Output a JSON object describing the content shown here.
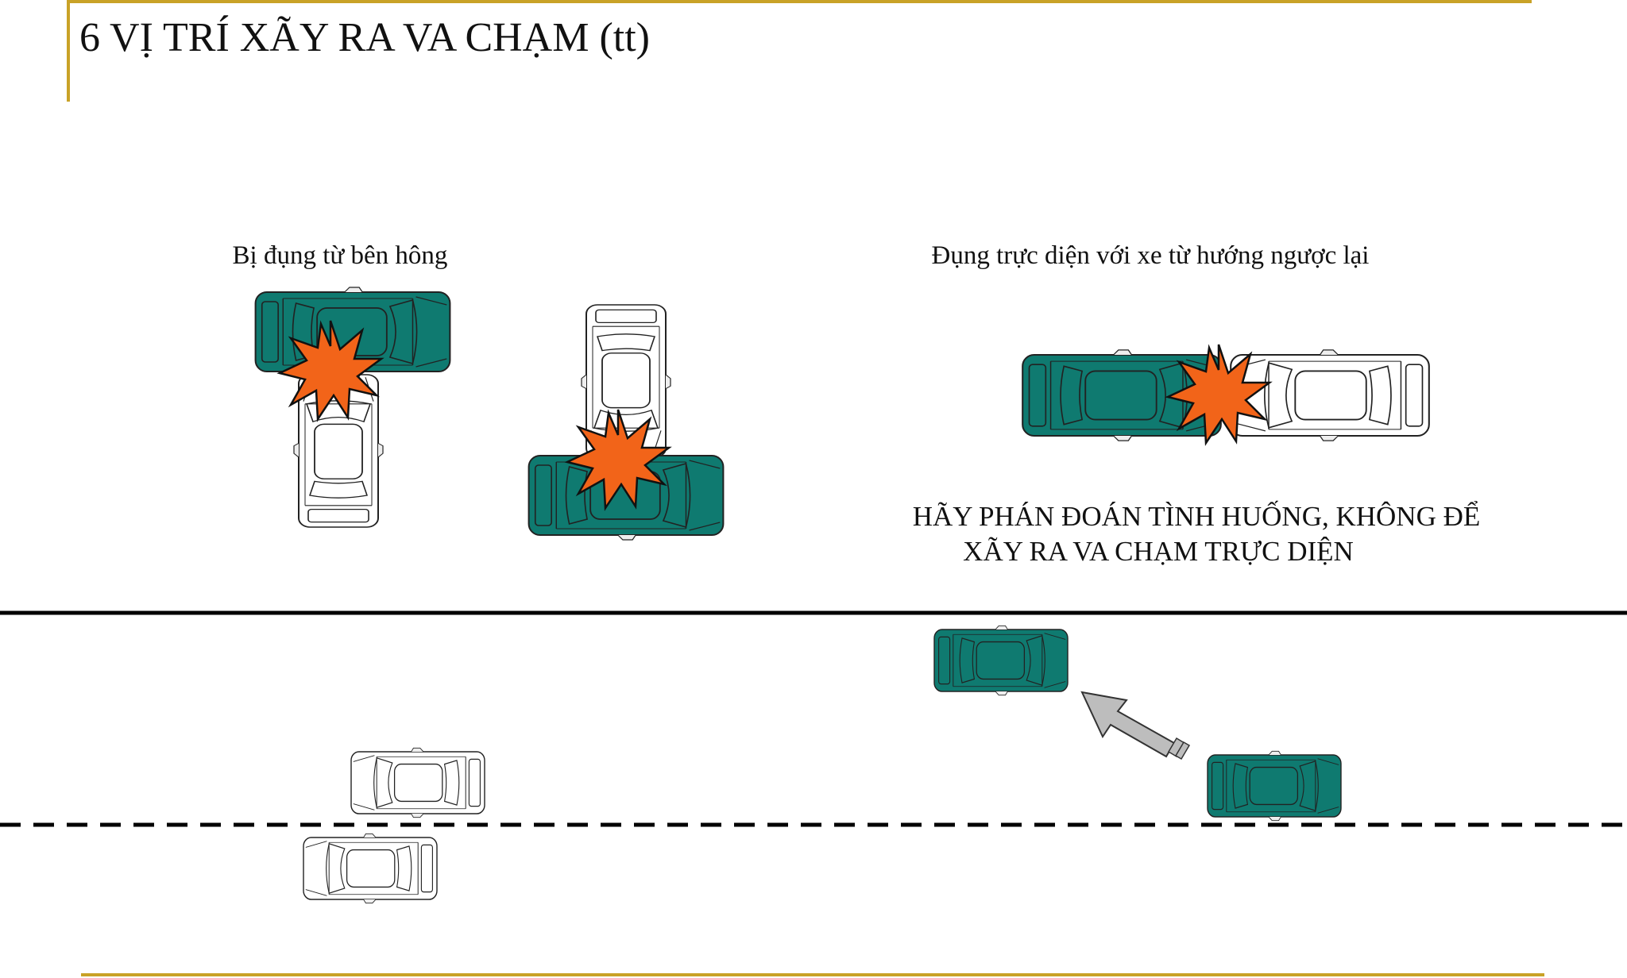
{
  "slide": {
    "title": "6 VỊ TRÍ XÃY RA VA CHẠM (tt)",
    "accent_color": "#C9A227"
  },
  "side_collision": {
    "caption": "Bị đụng từ bên hông"
  },
  "head_on": {
    "caption": "Đụng trực diện với xe từ hướng ngược lại",
    "warning_line_1": "HÃY PHÁN ĐOÁN TÌNH HUỐNG, KHÔNG ĐỂ",
    "warning_line_2": "XÃY RA VA CHẠM TRỰC DIỆN"
  },
  "colors": {
    "teal_car": "#0F7A70",
    "white_car": "#FFFFFF",
    "impact_fill": "#F26419",
    "arrow_fill": "#BDBDBD"
  },
  "icons": {
    "car": "car-topview-icon",
    "impact": "impact-starburst-icon",
    "arrow": "direction-arrow-icon"
  }
}
